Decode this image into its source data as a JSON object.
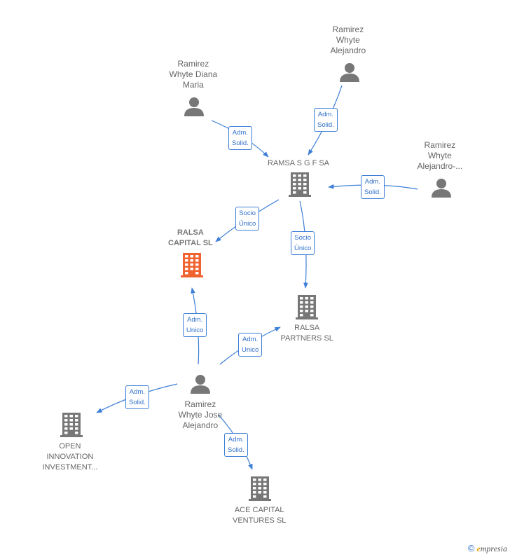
{
  "nodes": [
    {
      "id": "ramsa",
      "type": "company",
      "lines": [
        "RAMSA S G F SA"
      ],
      "highlight": false
    },
    {
      "id": "ralsa_capital",
      "type": "company",
      "lines": [
        "RALSA",
        "CAPITAL  SL"
      ],
      "highlight": true
    },
    {
      "id": "ralsa_partners",
      "type": "company",
      "lines": [
        "RALSA",
        "PARTNERS  SL"
      ],
      "highlight": false
    },
    {
      "id": "open_innovation",
      "type": "company",
      "lines": [
        "OPEN",
        "INNOVATION",
        "INVESTMENT..."
      ],
      "highlight": false
    },
    {
      "id": "ace_capital",
      "type": "company",
      "lines": [
        "ACE CAPITAL",
        "VENTURES SL"
      ],
      "highlight": false
    },
    {
      "id": "diana",
      "type": "person",
      "lines": [
        "Ramirez",
        "Whyte Diana",
        "Maria"
      ]
    },
    {
      "id": "alejandro",
      "type": "person",
      "lines": [
        "Ramirez",
        "Whyte",
        "Alejandro"
      ]
    },
    {
      "id": "alejandro2",
      "type": "person",
      "lines": [
        "Ramirez",
        "Whyte",
        "Alejandro-..."
      ]
    },
    {
      "id": "jose",
      "type": "person",
      "lines": [
        "Ramirez",
        "Whyte Jose",
        "Alejandro"
      ]
    }
  ],
  "edges": [
    {
      "id": "e1",
      "from": "alejandro",
      "to": "ramsa",
      "lines": [
        "Adm.",
        "Solid."
      ]
    },
    {
      "id": "e2",
      "from": "diana",
      "to": "ramsa",
      "lines": [
        "Adm.",
        "Solid."
      ]
    },
    {
      "id": "e3",
      "from": "alejandro2",
      "to": "ramsa",
      "lines": [
        "Adm.",
        "Solid."
      ]
    },
    {
      "id": "e4",
      "from": "ramsa",
      "to": "ralsa_capital",
      "lines": [
        "Socio",
        "Único"
      ]
    },
    {
      "id": "e5",
      "from": "ramsa",
      "to": "ralsa_partners",
      "lines": [
        "Socio",
        "Único"
      ]
    },
    {
      "id": "e6",
      "from": "jose",
      "to": "ralsa_capital",
      "lines": [
        "Adm.",
        "Unico"
      ]
    },
    {
      "id": "e7",
      "from": "jose",
      "to": "ralsa_partners",
      "lines": [
        "Adm.",
        "Unico"
      ]
    },
    {
      "id": "e8",
      "from": "jose",
      "to": "open_innovation",
      "lines": [
        "Adm.",
        "Solid."
      ]
    },
    {
      "id": "e9",
      "from": "jose",
      "to": "ace_capital",
      "lines": [
        "Adm.",
        "Solid."
      ]
    }
  ],
  "colors": {
    "edge": "#3d7fd6",
    "icon": "#777777",
    "highlight_icon": "#f0622f",
    "label": "#666666"
  },
  "icons": {
    "company": "building-icon",
    "person": "person-icon"
  },
  "footer": {
    "copyright": "©",
    "brand_initial": "e",
    "brand_rest": "mpresia"
  }
}
